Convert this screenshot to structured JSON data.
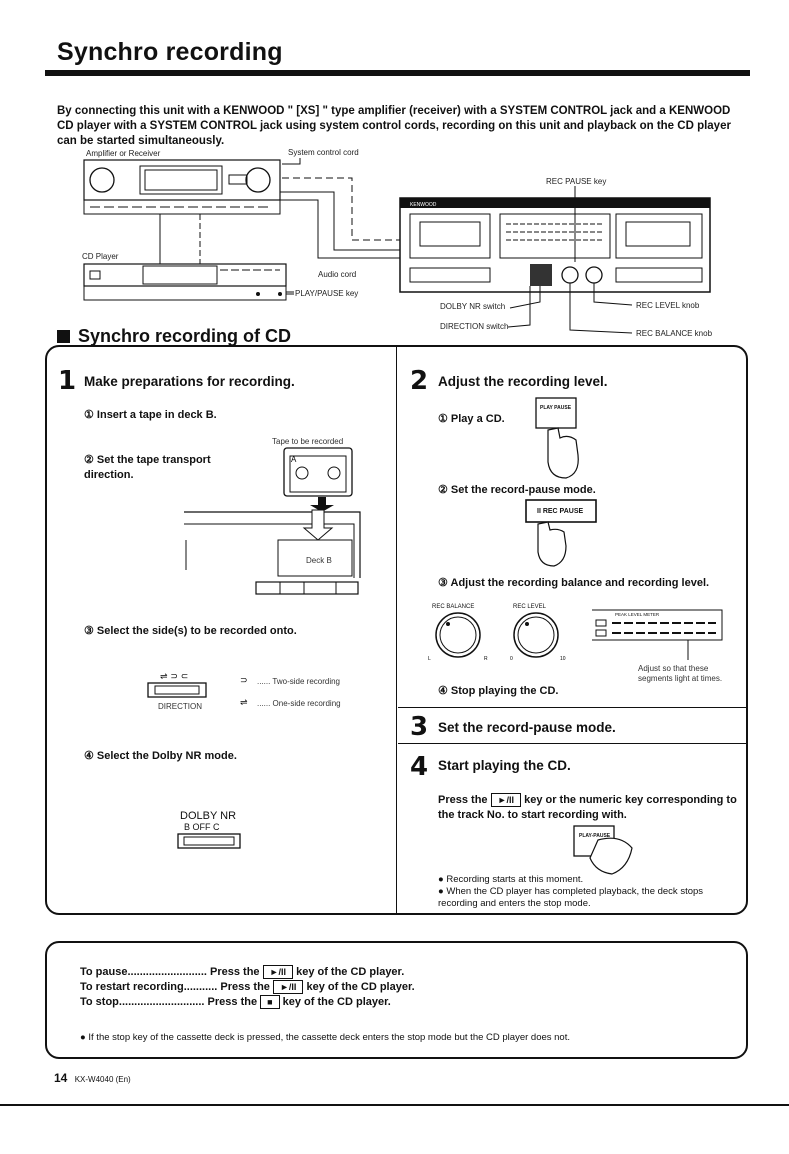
{
  "title": "Synchro recording",
  "intro": "By connecting this unit with a KENWOOD \" [XS] \" type amplifier (receiver) with a SYSTEM CONTROL jack and a KENWOOD CD player with a SYSTEM CONTROL jack using system control cords, recording on this unit and playback on the CD player can be started simultaneously.",
  "diagram": {
    "amplifier": "Amplifier or Receiver",
    "system_cord": "System control cord",
    "rec_pause_key": "REC PAUSE key",
    "cd_player": "CD Player",
    "audio_cord": "Audio cord",
    "play_pause_key": "PLAY/PAUSE key",
    "dolby_switch": "DOLBY NR switch",
    "direction_switch": "DIRECTION switch",
    "rec_level_knob": "REC LEVEL knob",
    "rec_balance_knob": "REC BALANCE knob",
    "brand": "KENWOOD"
  },
  "section_title": "Synchro recording of CD",
  "step1": {
    "num": "1",
    "title": "Make preparations for recording.",
    "a": "① Insert a tape in deck B.",
    "tape_label": "Tape to be recorded",
    "b": "② Set the tape transport direction.",
    "deck_b": "Deck B",
    "c": "③ Select the side(s) to be recorded onto.",
    "direction_label": "DIRECTION",
    "two_side": "...... Two-side recording",
    "one_side": "...... One-side recording",
    "d": "④ Select the Dolby NR mode.",
    "dolby_nr": "DOLBY NR",
    "dolby_opts": "B  OFF  C"
  },
  "step2": {
    "num": "2",
    "title": "Adjust the recording level.",
    "a": "① Play a CD.",
    "play_pause": "PLAY PAUSE",
    "b": "② Set the record-pause mode.",
    "rec_pause_btn": "II REC PAUSE",
    "c": "③ Adjust the recording balance and recording level.",
    "rec_balance": "REC BALANCE",
    "rec_level": "REC LEVEL",
    "peak_meter": "PEAK LEVEL METER",
    "adjust_note": "Adjust so that these segments light at times.",
    "d": "④ Stop playing the CD."
  },
  "step3": {
    "num": "3",
    "title": "Set the record-pause mode."
  },
  "step4": {
    "num": "4",
    "title": "Start playing the CD.",
    "press_pre": "Press the",
    "key": "►/II",
    "press_post": "key or the numeric key corresponding to the track No. to start recording with.",
    "play_pause": "PLAY-PAUSE",
    "bullet1": "Recording starts at this moment.",
    "bullet2": "When the CD player has completed playback, the deck stops recording and enters the stop mode."
  },
  "notes": {
    "pause_label": "To pause..........................",
    "restart_label": "To restart recording...........",
    "stop_label": "To stop............................",
    "press": "Press the",
    "play_key": "►/II",
    "stop_key": "■",
    "suffix": "key of the CD player.",
    "footnote": "If the stop key of the cassette deck is pressed, the cassette deck enters the stop mode but the CD player does not."
  },
  "footer": {
    "page": "14",
    "model": "KX-W4040 (En)"
  }
}
